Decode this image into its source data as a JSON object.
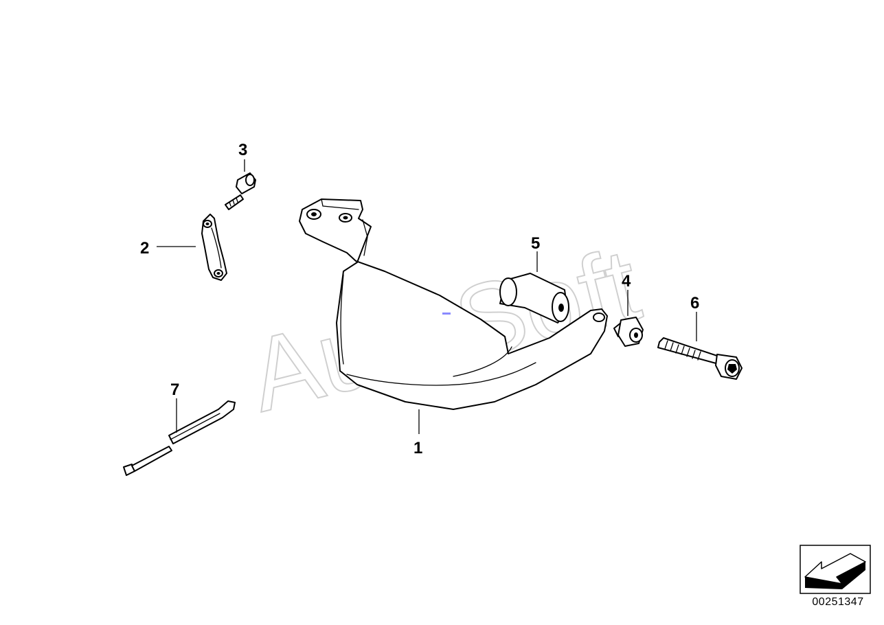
{
  "watermark": "AutoSoft",
  "callouts": [
    {
      "id": "1",
      "label": "1"
    },
    {
      "id": "2",
      "label": "2"
    },
    {
      "id": "3",
      "label": "3"
    },
    {
      "id": "4",
      "label": "4"
    },
    {
      "id": "5",
      "label": "5"
    },
    {
      "id": "6",
      "label": "6"
    },
    {
      "id": "7",
      "label": "7"
    }
  ],
  "diagram_number": "00251347",
  "orientation_icon": "arrow-down-left-icon"
}
